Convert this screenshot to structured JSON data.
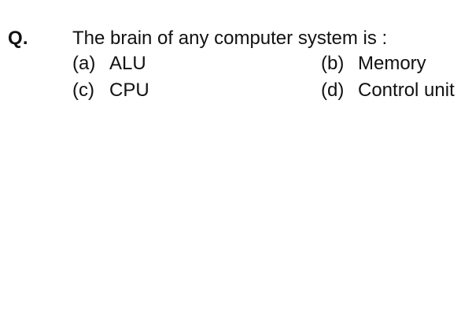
{
  "question": {
    "label": "Q.",
    "text": "The brain of any computer system is :",
    "options": [
      {
        "letter": "(a)",
        "text": "ALU"
      },
      {
        "letter": "(b)",
        "text": "Memory"
      },
      {
        "letter": "(c)",
        "text": "CPU"
      },
      {
        "letter": "(d)",
        "text": "Control unit"
      }
    ]
  }
}
